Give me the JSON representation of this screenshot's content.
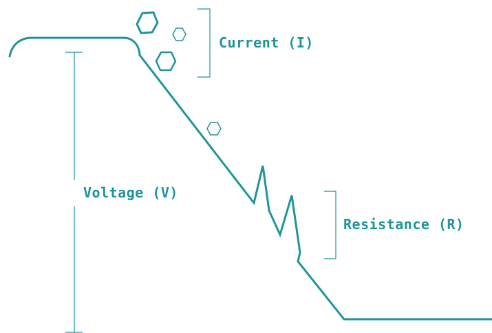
{
  "labels": {
    "current": "Current (I)",
    "voltage": "Voltage (V)",
    "resistance": "Resistance (R)"
  },
  "colors": {
    "line": "#1f9499",
    "text": "#1f9499",
    "background": "#ffffff"
  },
  "icons": {
    "particle": "hexagon-icon"
  }
}
